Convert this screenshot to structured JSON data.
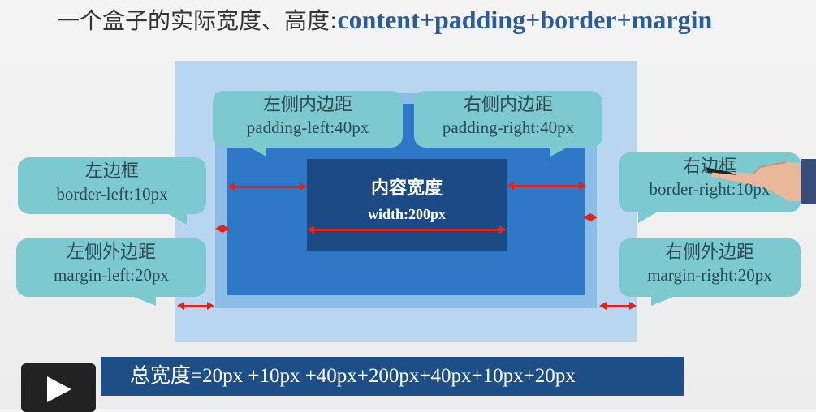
{
  "title": {
    "text": "一个盒子的实际宽度、高度:",
    "formula": "content+padding+border+margin"
  },
  "content_box": {
    "title": "内容宽度",
    "value": "width:200px"
  },
  "callouts": {
    "padding_left": {
      "title": "左侧内边距",
      "value": "padding-left:40px"
    },
    "padding_right": {
      "title": "右侧内边距",
      "value": "padding-right:40px"
    },
    "border_left": {
      "title": "左边框",
      "value": "border-left:10px"
    },
    "border_right": {
      "title": "右边框",
      "value": "border-right:10px"
    },
    "margin_left": {
      "title": "左侧外边距",
      "value": "margin-left:20px"
    },
    "margin_right": {
      "title": "右侧外边距",
      "value": "margin-right:20px"
    }
  },
  "summary": {
    "text": "总宽度=20px +10px +40px+200px+40px+10px+20px"
  },
  "colors": {
    "margin": "#b8d6f0",
    "border": "#8bbde8",
    "padding": "#2f78c8",
    "content": "#1c4a84",
    "callout": "#7cc9cf",
    "arrow": "#e2231a",
    "summary": "#1d4f86"
  },
  "icons": {
    "play": "play-icon",
    "hand": "pointing-hand"
  }
}
